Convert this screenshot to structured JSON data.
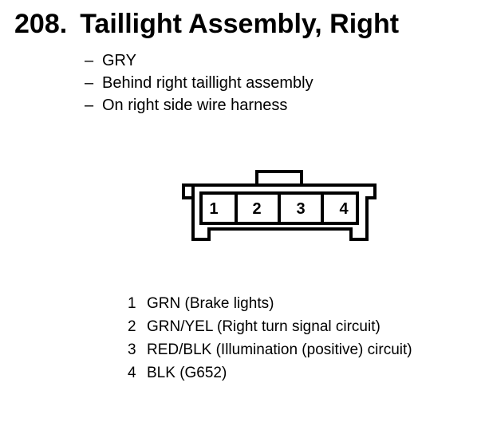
{
  "title": {
    "number": "208.",
    "text": "Taillight Assembly, Right"
  },
  "details": [
    "GRY",
    "Behind right taillight assembly",
    "On right side wire harness"
  ],
  "connector": {
    "cavities": [
      "1",
      "2",
      "3",
      "4"
    ]
  },
  "pinout": [
    {
      "pin": "1",
      "desc": "GRN (Brake lights)"
    },
    {
      "pin": "2",
      "desc": "GRN/YEL (Right turn signal circuit)"
    },
    {
      "pin": "3",
      "desc": "RED/BLK (Illumination (positive) circuit)"
    },
    {
      "pin": "4",
      "desc": "BLK (G652)"
    }
  ]
}
